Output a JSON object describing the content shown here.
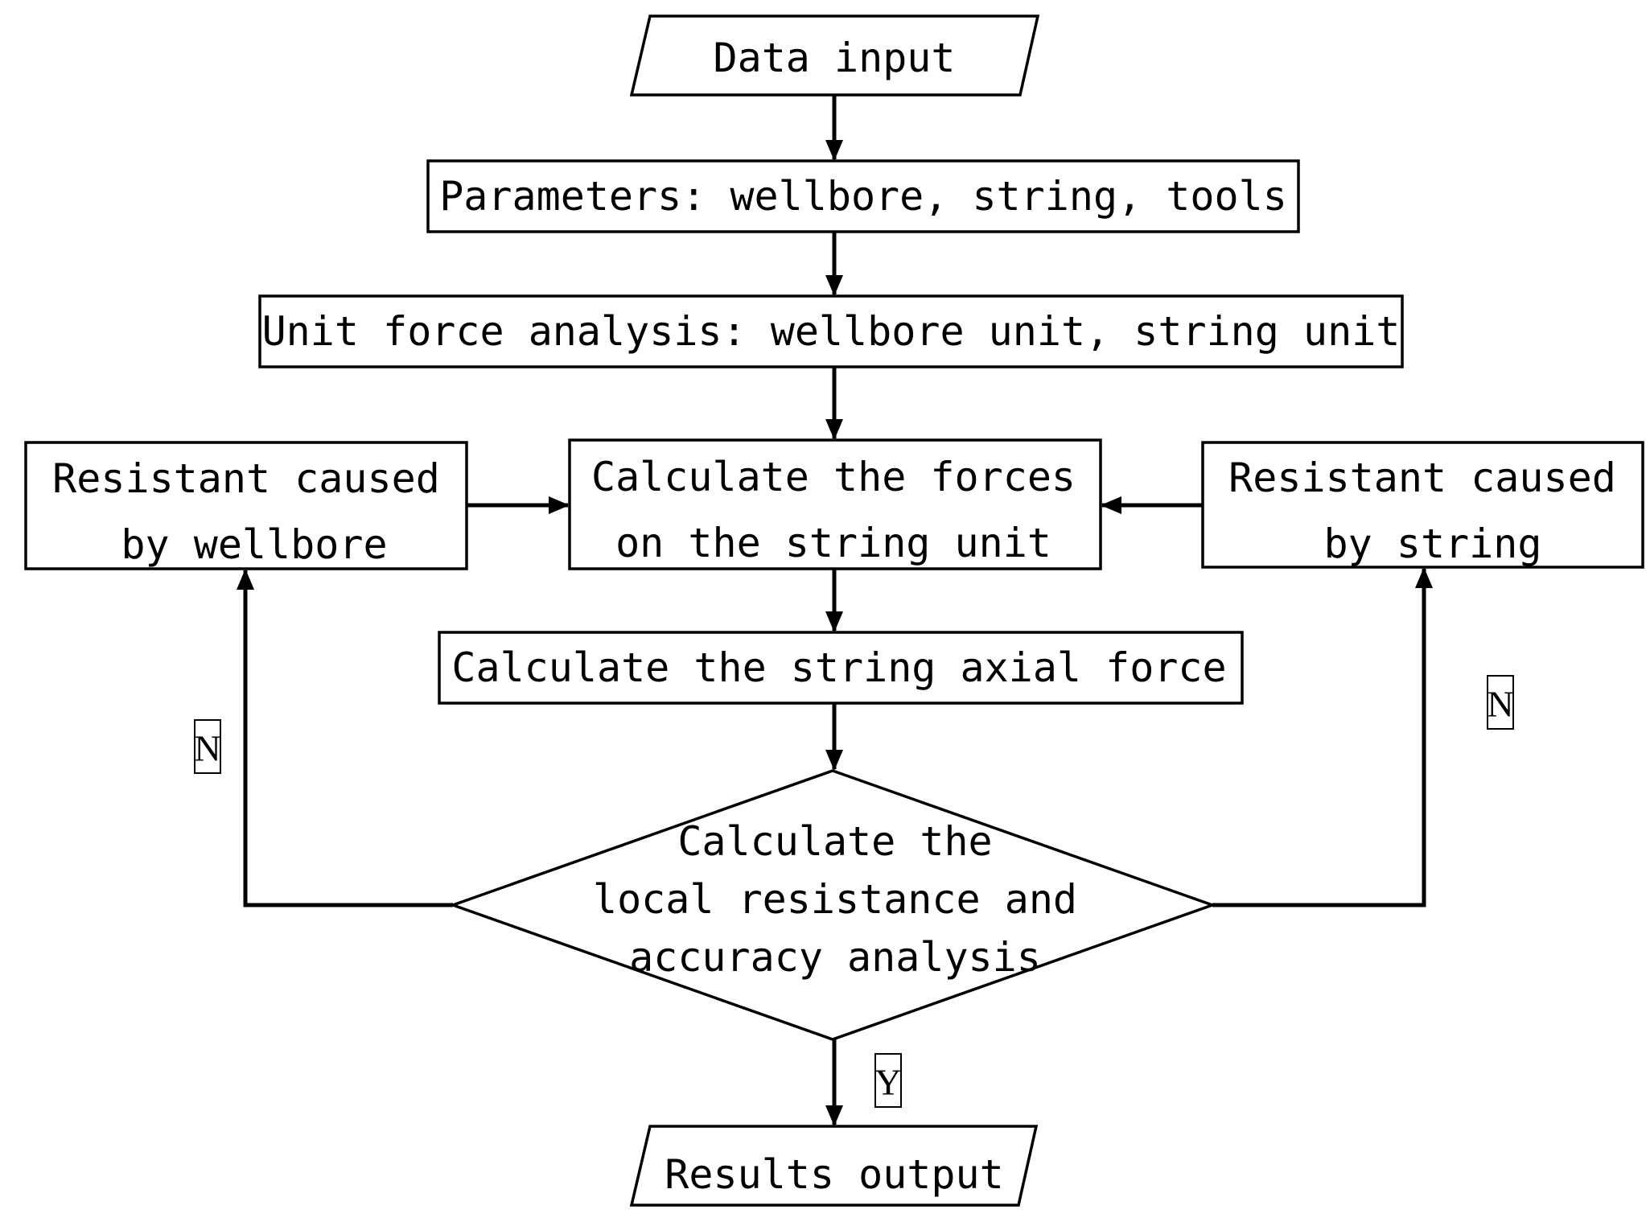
{
  "nodes": {
    "data_input": "Data input",
    "parameters": "Parameters: wellbore, string, tools",
    "unit_force": "Unit force analysis: wellbore unit, string unit",
    "resistant_wellbore": [
      "Resistant caused",
      "by wellbore"
    ],
    "calc_forces": [
      "Calculate the forces",
      "on the string unit"
    ],
    "resistant_string": [
      "Resistant caused",
      "by string"
    ],
    "axial_force": "Calculate the string axial force",
    "decision": [
      "Calculate the",
      "local resistance and",
      "accuracy analysis"
    ],
    "results_output": "Results output"
  },
  "edge_labels": {
    "no_left": "N",
    "no_right": "N",
    "yes": "Y"
  }
}
